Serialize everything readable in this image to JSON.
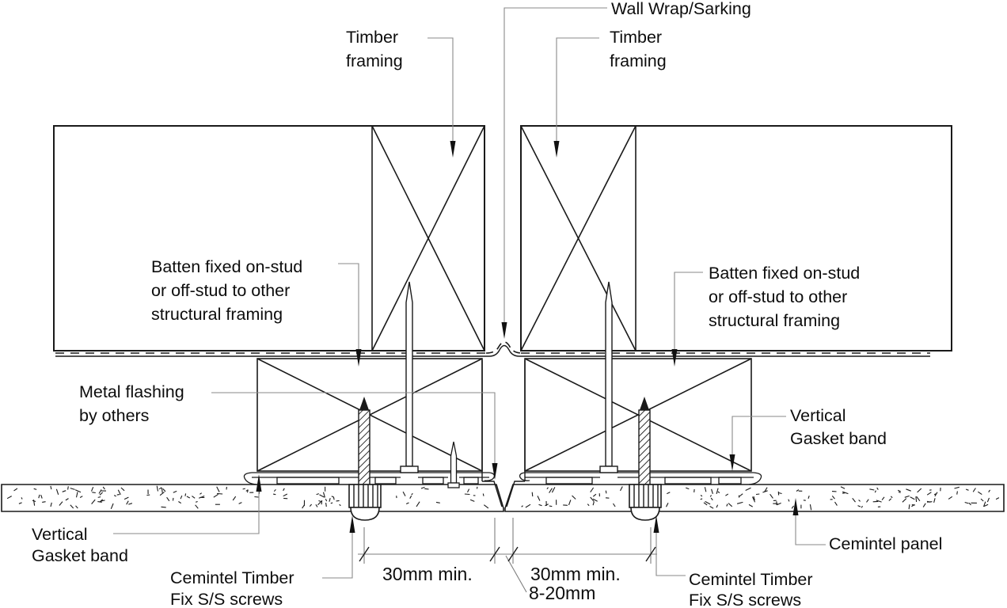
{
  "diagram": {
    "type": "construction-detail-section",
    "labels": {
      "wall_wrap": {
        "lines": [
          "Wall Wrap/Sarking"
        ]
      },
      "timber_framing_left": {
        "lines": [
          "Timber",
          "framing"
        ]
      },
      "timber_framing_right": {
        "lines": [
          "Timber",
          "framing"
        ]
      },
      "batten_left": {
        "lines": [
          "Batten fixed on-stud",
          "or off-stud to other",
          "structural framing"
        ]
      },
      "batten_right": {
        "lines": [
          "Batten fixed on-stud",
          "or off-stud to other",
          "structural framing"
        ]
      },
      "metal_flashing": {
        "lines": [
          "Metal flashing",
          "by others"
        ]
      },
      "vertical_gasket_right": {
        "lines": [
          "Vertical",
          "Gasket band"
        ]
      },
      "vertical_gasket_bottom_left": {
        "lines": [
          "Vertical",
          "Gasket band"
        ]
      },
      "screws_left": {
        "lines": [
          "Cemintel Timber",
          "Fix S/S screws"
        ]
      },
      "screws_right": {
        "lines": [
          "Cemintel Timber",
          "Fix S/S screws"
        ]
      },
      "cemintel_panel": {
        "lines": [
          "Cemintel panel"
        ]
      }
    },
    "dimensions": {
      "left_edge_distance": "30mm min.",
      "right_edge_distance": "30mm min.",
      "joint_gap": "8-20mm"
    },
    "colors": {
      "line": "#1a1a1a",
      "leader": "#8a8a8a",
      "text": "#0d0d0d",
      "background": "#ffffff"
    }
  }
}
